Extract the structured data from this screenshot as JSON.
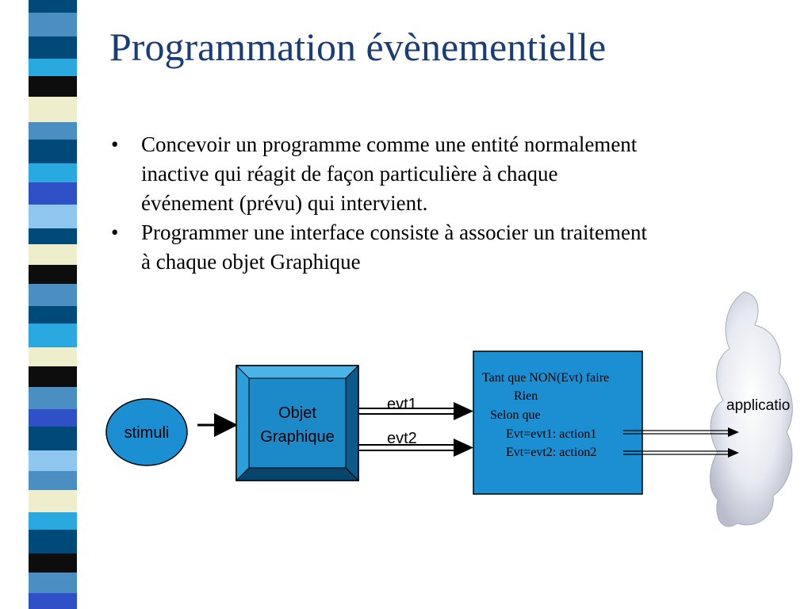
{
  "slide": {
    "title": "Programmation évènementielle",
    "bullets": [
      {
        "lines": [
          "Concevoir un programme comme une entité normalement",
          "inactive qui réagit de façon particulière à chaque",
          "événement (prévu) qui intervient."
        ]
      },
      {
        "lines": [
          "Programmer une interface consiste à associer un traitement",
          "à chaque objet Graphique"
        ]
      }
    ],
    "bullet_glyph": "•"
  },
  "diagram": {
    "stimuli": "stimuli",
    "objet": [
      "Objet",
      "Graphique"
    ],
    "evt1": "evt1",
    "evt2": "evt2",
    "code": [
      "Tant que NON(Evt) faire",
      "Rien",
      "Selon que",
      "Evt=evt1: action1",
      "Evt=evt2: action2"
    ],
    "application": "applicatio"
  },
  "colors": {
    "title": "#1a3d78",
    "box_fill": "#1b8fd2",
    "bevel_face": "#1c8ac9",
    "ellipse_fill": "#1b8fd2",
    "stripe_palette": [
      "#004a7a",
      "#4a8ec2",
      "#eeeecc",
      "#0d0d0d",
      "#8fc6f0",
      "#3050c8",
      "#2aa8e0"
    ]
  }
}
